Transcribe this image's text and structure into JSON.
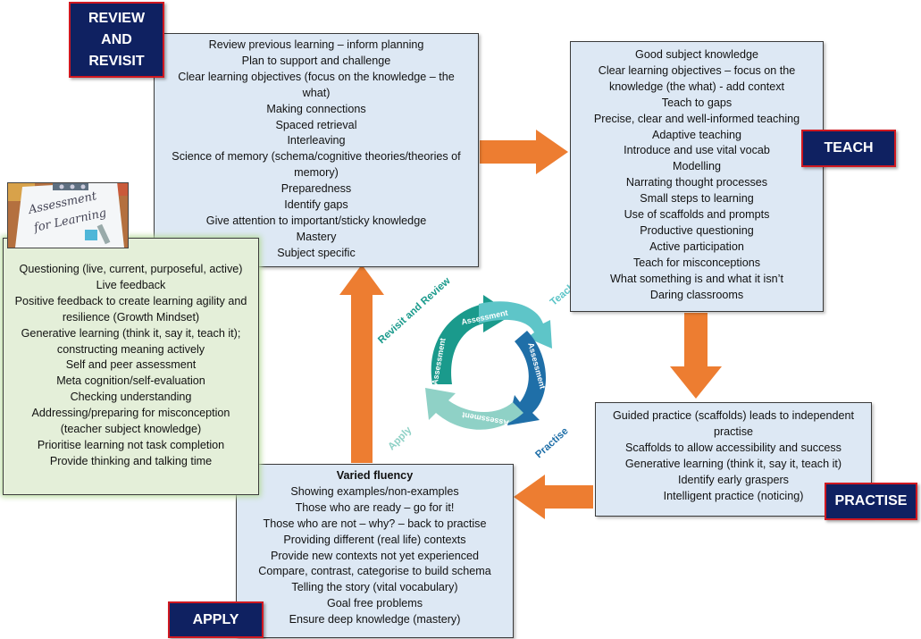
{
  "labels": {
    "review": "REVIEW AND REVISIT",
    "teach": "TEACH",
    "practise": "PRACTISE",
    "apply": "APPLY"
  },
  "review_box": {
    "items": [
      "Review previous learning – inform planning",
      "Plan to support and challenge",
      "Clear learning objectives (focus on the knowledge – the what)",
      "Making connections",
      "Spaced retrieval",
      "Interleaving",
      "Science of memory (schema/cognitive theories/theories of memory)",
      "Preparedness",
      "Identify gaps",
      "Give attention to important/sticky knowledge",
      "Mastery",
      "Subject specific"
    ]
  },
  "teach_box": {
    "items": [
      "Good subject knowledge",
      "Clear learning objectives – focus on the knowledge (the what) - add context",
      "Teach to gaps",
      "Precise, clear and well-informed teaching",
      "Adaptive teaching",
      "Introduce and use vital vocab",
      "Modelling",
      "Narrating thought processes",
      "Small steps to learning",
      "Use of scaffolds and prompts",
      "Productive questioning",
      "Active participation",
      "Teach for misconceptions",
      "What something is and what it isn’t",
      "Daring classrooms"
    ]
  },
  "practise_box": {
    "items": [
      "Guided practice (scaffolds) leads to independent practise",
      "Scaffolds to allow accessibility and success",
      "Generative learning (think it, say it, teach it)",
      "Identify early graspers",
      "Intelligent practice (noticing)"
    ]
  },
  "apply_box": {
    "heading": "Varied fluency",
    "items": [
      "Showing examples/non-examples",
      "Those who are ready – go for it!",
      "Those who are not – why? – back to practise",
      "Providing different (real life) contexts",
      "Provide new contexts not yet experienced",
      "Compare, contrast, categorise to build schema",
      "Telling the story (vital vocabulary)",
      "Goal free problems",
      "Ensure deep knowledge (mastery)"
    ]
  },
  "assessment_box": {
    "items": [
      "Questioning (live, current, purposeful, active)",
      "Live feedback",
      "Positive feedback to create learning agility and resilience (Growth Mindset)",
      "Generative learning (think it, say it, teach it); constructing meaning actively",
      "Self and peer assessment",
      "Meta cognition/self-evaluation",
      "Checking understanding",
      "Addressing/preparing for misconception (teacher subject knowledge)",
      "Prioritise learning not task completion",
      "Provide thinking and talking time"
    ]
  },
  "photo": {
    "line1": "Assessment",
    "line2": "for Learning"
  },
  "cycle": {
    "revisit_label": "Revisit and Review",
    "teach_label": "Teach",
    "practise_label": "Practise",
    "apply_label": "Apply",
    "arrow_label": "Assessment",
    "colors": {
      "teal_dark": "#1a9a8c",
      "teal_light": "#5ec5c8",
      "blue": "#1f6fa8",
      "mint": "#8fd1c6"
    }
  },
  "colors": {
    "arrow": "#ed7d31",
    "label_bg": "#0f2161",
    "label_border": "#d01820",
    "box_blue": "#dde8f4",
    "box_green": "#e4efd9"
  }
}
